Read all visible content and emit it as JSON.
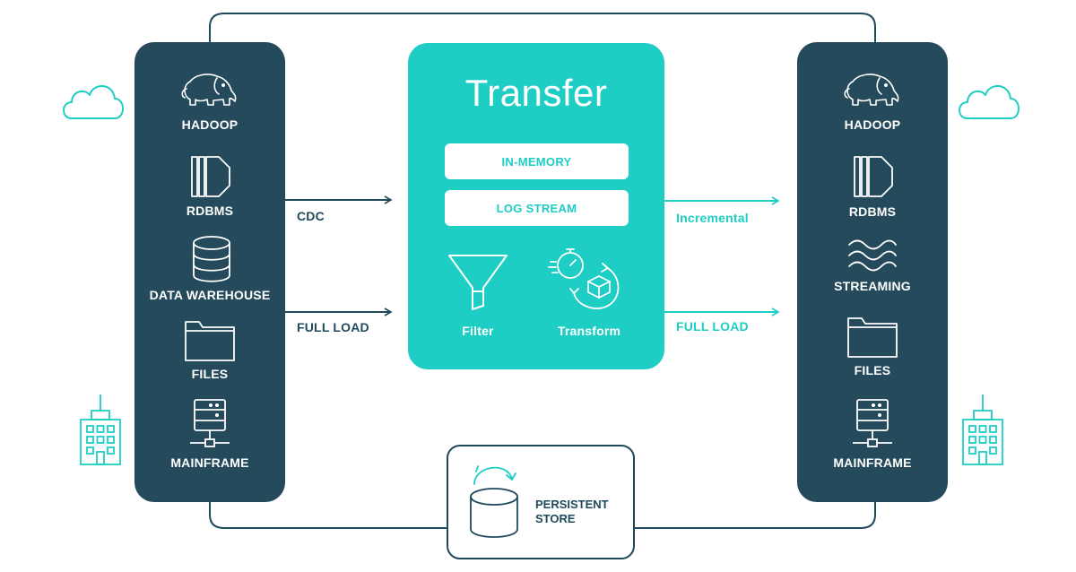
{
  "colors": {
    "dark_panel": "#244a5b",
    "teal": "#1ecdc4",
    "dark_text": "#1f4a5c",
    "white": "#ffffff"
  },
  "left_panel": {
    "items": [
      {
        "icon": "hadoop-elephant-icon",
        "label": "HADOOP"
      },
      {
        "icon": "rdbms-icon",
        "label": "RDBMS"
      },
      {
        "icon": "database-icon",
        "label": "DATA WAREHOUSE"
      },
      {
        "icon": "folder-icon",
        "label": "FILES"
      },
      {
        "icon": "server-icon",
        "label": "MAINFRAME"
      }
    ]
  },
  "right_panel": {
    "items": [
      {
        "icon": "hadoop-elephant-icon",
        "label": "HADOOP"
      },
      {
        "icon": "rdbms-icon",
        "label": "RDBMS"
      },
      {
        "icon": "streaming-waves-icon",
        "label": "STREAMING"
      },
      {
        "icon": "folder-icon",
        "label": "FILES"
      },
      {
        "icon": "server-icon",
        "label": "MAINFRAME"
      }
    ]
  },
  "transfer": {
    "title": "Transfer",
    "modes": [
      "IN-MEMORY",
      "LOG STREAM"
    ],
    "filter_label": "Filter",
    "transform_label": "Transform"
  },
  "flows": {
    "in_top": "CDC",
    "in_bottom": "FULL LOAD",
    "out_top": "Incremental",
    "out_bottom": "FULL LOAD"
  },
  "persistent_store": {
    "line1": "PERSISTENT",
    "line2": "STORE"
  },
  "side_icons": [
    "cloud-icon",
    "building-icon"
  ]
}
